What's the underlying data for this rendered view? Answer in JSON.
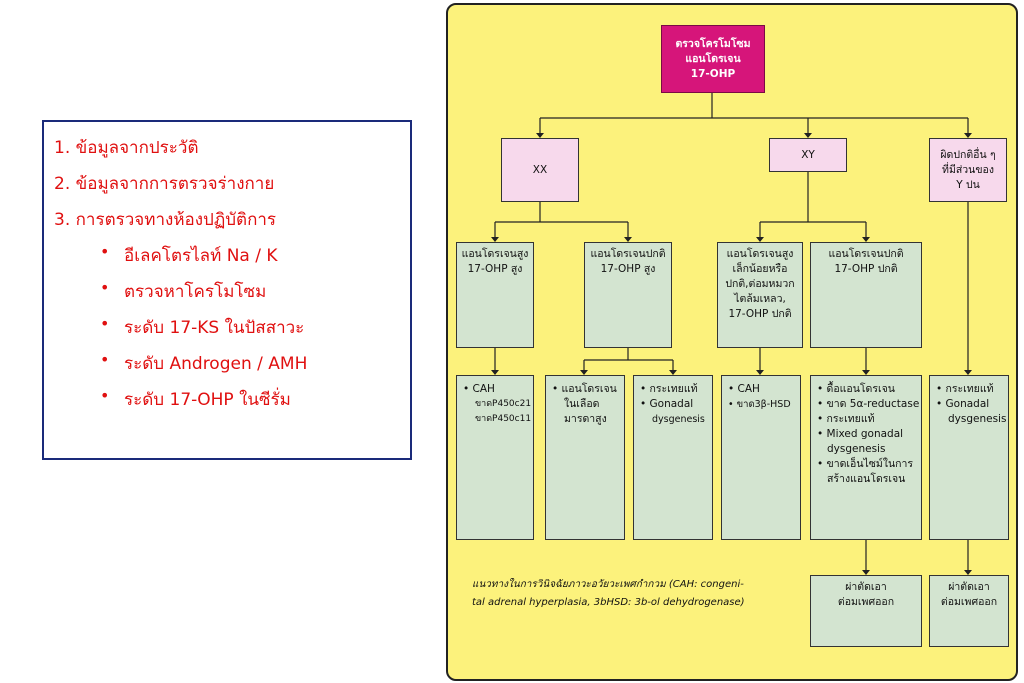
{
  "left_panel": {
    "items": [
      "1. ข้อมูลจากประวัติ",
      "2. ข้อมูลจากการตรวจร่างกาย",
      "3. การตรวจทางห้องปฏิบัติการ"
    ],
    "bullets": [
      "อีเลคโตรไลท์ Na / K",
      "ตรวจหาโครโมโซม",
      "ระดับ 17-KS ในปัสสาวะ",
      "ระดับ Androgen / AMH",
      "ระดับ 17-OHP ในซีรั่ม"
    ],
    "bullet_glyph": "•"
  },
  "flowchart": {
    "root": [
      "ตรวจโครโมโซม",
      "แอนโดรเจน",
      "17-OHP"
    ],
    "level1": {
      "xx": "XX",
      "xy": "XY",
      "other": [
        "ผิดปกติอื่น ๆ",
        "ที่มีส่วนของ",
        "Y ปน"
      ]
    },
    "level2": {
      "xx_high": [
        "แอนโดรเจนสูง",
        "17-OHP สูง"
      ],
      "xx_normal": [
        "แอนโดรเจนปกติ",
        "17-OHP สูง"
      ],
      "xy_high": [
        "แอนโดรเจนสูง",
        "เล็กน้อยหรือ",
        "ปกติ,ต่อมหมวก",
        "ไตล้มเหลว,",
        "17-OHP ปกติ"
      ],
      "xy_normal": [
        "แอนโดรเจนปกติ",
        "17-OHP ปกติ"
      ]
    },
    "level3": {
      "cah": [
        "• CAH",
        "ขาดP450c21",
        "ขาดP450c11"
      ],
      "maternal": [
        "• แอนโดรเจน",
        "ในเลือด",
        "มารดาสูง"
      ],
      "gonadal_xx": [
        "• กระเทยแท้",
        "• Gonadal",
        "dysgenesis"
      ],
      "cah_xy": [
        "• CAH",
        "• ขาด3β-HSD"
      ],
      "xy_causes": [
        "• ดื้อแอนโดรเจน",
        "• ขาด 5α-reductase",
        "• กระเทยแท้",
        "• Mixed gonadal",
        "dysgenesis",
        "• ขาดเอ็นไซม์ในการ",
        "สร้างแอนโดรเจน"
      ],
      "gonadal_other": [
        "• กระเทยแท้",
        "• Gonadal",
        "dysgenesis"
      ]
    },
    "level4": {
      "surgery_xy": [
        "ผ่าตัดเอา",
        "ต่อมเพศออก"
      ],
      "surgery_other": [
        "ผ่าตัดเอา",
        "ต่อมเพศออก"
      ]
    },
    "caption": [
      "แนวทางในการวินิจฉัยภาวะอวัยวะเพศกำกวม (CAH: congeni-",
      "tal adrenal hyperplasia, 3bHSD: 3b-ol dehydrogenase)"
    ]
  },
  "colors": {
    "panel_bg": "#fcf27c",
    "root_bg": "#d6157a",
    "level1_bg": "#f7d9ec",
    "box_bg": "#d3e4d0",
    "text_red": "#e01010",
    "border_blue": "#1a2a7a"
  }
}
